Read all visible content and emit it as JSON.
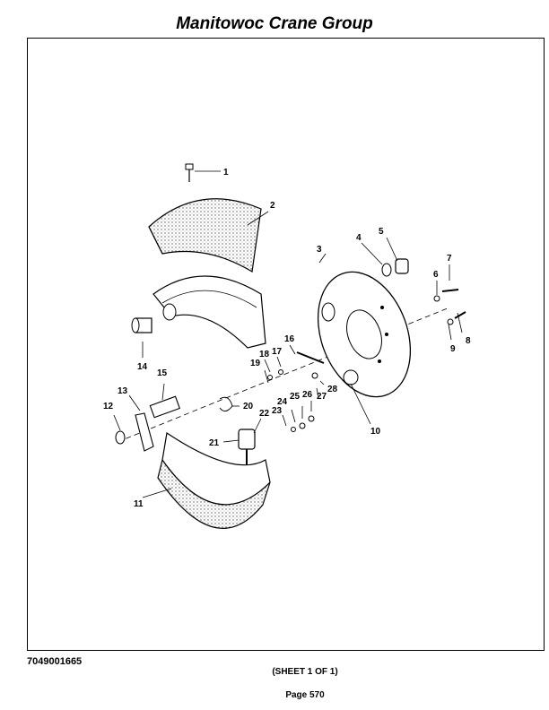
{
  "header": {
    "title": "Manitowoc Crane Group"
  },
  "diagram": {
    "callouts": [
      "1",
      "2",
      "3",
      "4",
      "5",
      "6",
      "7",
      "8",
      "9",
      "10",
      "11",
      "12",
      "13",
      "14",
      "15",
      "16",
      "17",
      "18",
      "19",
      "20",
      "21",
      "22",
      "23",
      "24",
      "25",
      "26",
      "27",
      "28"
    ]
  },
  "footer": {
    "part_number": "7049001665",
    "sheet": "(SHEET 1 OF 1)",
    "page": "Page 570"
  }
}
